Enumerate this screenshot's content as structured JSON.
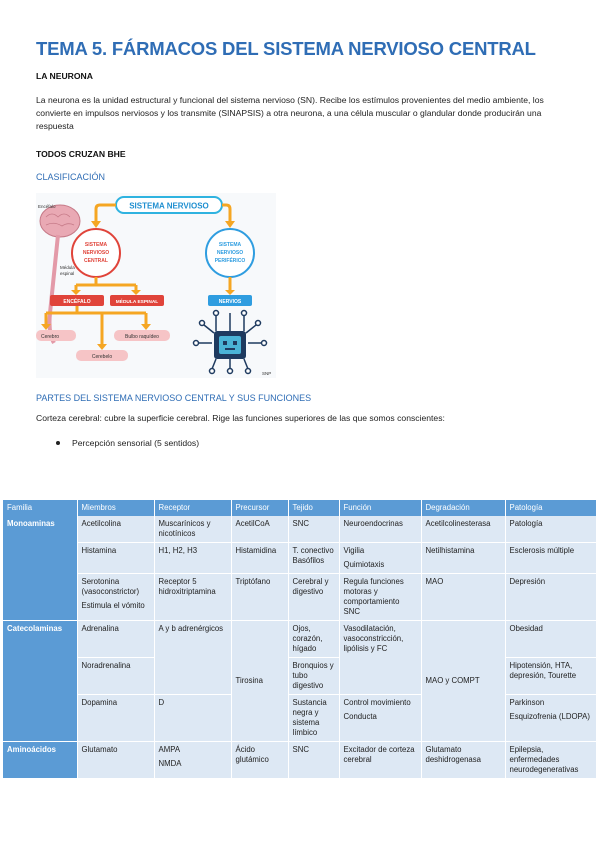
{
  "title": "TEMA 5. FÁRMACOS DEL SISTEMA NERVIOSO CENTRAL",
  "neurona_heading": "LA NEURONA",
  "neurona_text": "La neurona es la unidad estructural y funcional del sistema nervioso (SN). Recibe los estímulos provenientes del medio ambiente, los convierte en impulsos nerviosos y los transmite (SINAPSIS) a otra neurona, a una célula muscular o glandular donde producirán una respuesta",
  "bhe_heading": "TODOS CRUZAN BHE",
  "clasificacion": "CLASIFICACIÓN",
  "diagram": {
    "banner": "SISTEMA NERVIOSO",
    "central": [
      "SISTEMA",
      "NERVIOSO",
      "CENTRAL"
    ],
    "periferico": [
      "SISTEMA",
      "NERVIOSO",
      "PERIFÉRICO"
    ],
    "encefalo": "ENCÉFALO",
    "medula": "MÉDULA ESPINAL",
    "nervios": "NERVIOS",
    "cerebro": "Cerebro",
    "cerebelo": "Cerebelo",
    "bulbo": "Bulbo raquídeo",
    "label_encefalo": "Encéfalo",
    "label_medula": [
      "Médula",
      "espinal"
    ],
    "label_snp": "SNP"
  },
  "partes_heading": "PARTES DEL SISTEMA NERVIOSO CENTRAL Y SUS FUNCIONES",
  "corteza_text": "Corteza cerebral: cubre la superficie cerebral. Rige las funciones superiores de las que somos conscientes:",
  "bullet": "Percepción sensorial (5 sentidos)",
  "table": {
    "headers": [
      "Familia",
      "Miembros",
      "Receptor",
      "Precursor",
      "Tejido",
      "Función",
      "Degradación",
      "Patología"
    ],
    "r1": [
      "Monoaminas",
      "Acetilcolina",
      "Muscarínicos y nicotínicos",
      "AcetilCoA",
      "SNC",
      "Neuroendocrinas",
      "Acetilcolinesterasa",
      "Patología"
    ],
    "r2": {
      "miembro": "Histamina",
      "receptor": "H1, H2, H3",
      "precursor": "Histamidina",
      "tejido": [
        "T. conectivo",
        "Basófilos"
      ],
      "funcion": [
        "Vigilia",
        "Quimiotaxis"
      ],
      "degradacion": "Netilhistamina",
      "patologia": "Esclerosis múltiple"
    },
    "r3": {
      "miembro": [
        "Serotonina (vasoconstrictor)",
        "Estimula el vómito"
      ],
      "receptor": "Receptor 5 hidroxitriptamina",
      "precursor": "Triptófano",
      "tejido": "Cerebral y digestivo",
      "funcion": "Regula funciones motoras y comportamiento SNC",
      "degradacion": "MAO",
      "patologia": "Depresión"
    },
    "r4": {
      "familia": "Catecolaminas",
      "miembro": "Adrenalina",
      "receptor": "A y b adrenérgicos",
      "precursor": "Tirosina",
      "tejido": "Ojos, corazón, hígado",
      "funcion": "Vasodilatación, vasoconstricción, lipólisis y FC",
      "patologia": "Obesidad"
    },
    "r5": {
      "miembro": "Noradrenalina",
      "tejido": "Bronquios y tubo digestivo",
      "patologia": "Hipotensión, HTA, depresión, Tourette"
    },
    "r6": {
      "miembro": "Dopamina",
      "receptor": "D",
      "tejido": "Sustancia negra y sistema límbico",
      "funcion": [
        "Control movimiento",
        "Conducta"
      ],
      "degradacion": "MAO y COMPT",
      "patologia": [
        "Parkinson",
        "Esquizofrenia (LDOPA)"
      ]
    },
    "r7": {
      "familia": "Aminoácidos",
      "miembro": "Glutamato",
      "receptor": [
        "AMPA",
        "NMDA"
      ],
      "precursor": "Ácido glutámico",
      "tejido": "SNC",
      "funcion": "Excitador de corteza cerebral",
      "degradacion": "Glutamato deshidrogenasa",
      "patologia": "Epilepsia, enfermedades neurodegenerativas"
    }
  },
  "colors": {
    "title": "#2f6db5",
    "header": "#5b9bd5",
    "cell": "#dde8f4",
    "orange": "#f5a623",
    "red": "#e0443a",
    "blue": "#2f9de0"
  }
}
